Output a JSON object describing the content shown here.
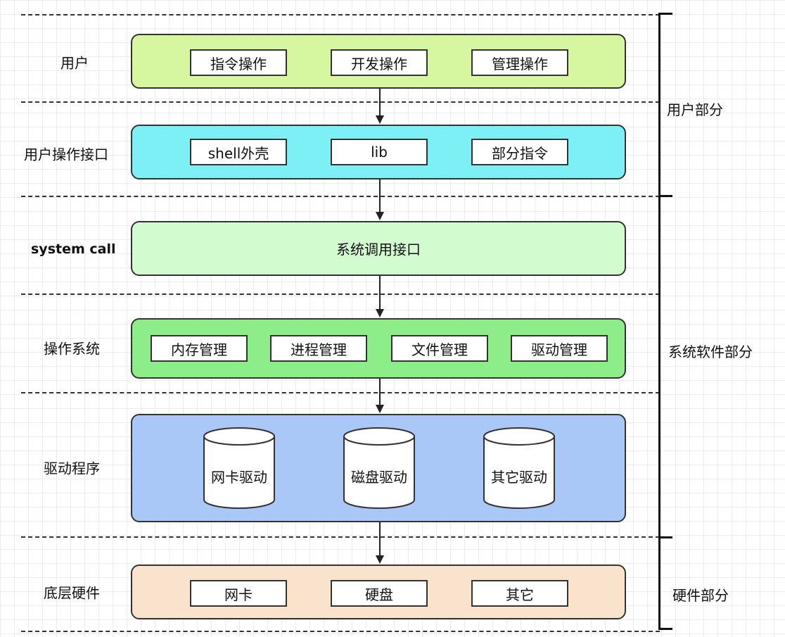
{
  "rows": [
    {
      "label": "用户",
      "items": [
        "指令操作",
        "开发操作",
        "管理操作"
      ],
      "color": "#d6f7a0"
    },
    {
      "label": "用户操作接口",
      "items": [
        "shell外壳",
        "lib",
        "部分指令"
      ],
      "color": "#7df0f5"
    },
    {
      "label": "system call",
      "text": "系统调用接口",
      "color": "#d3fbd0"
    },
    {
      "label": "操作系统",
      "items": [
        "内存管理",
        "进程管理",
        "文件管理",
        "驱动管理"
      ],
      "color": "#8ded88"
    },
    {
      "label": "驱动程序",
      "items": [
        "网卡驱动",
        "磁盘驱动",
        "其它驱动"
      ],
      "color": "#a9c8f7"
    },
    {
      "label": "底层硬件",
      "items": [
        "网卡",
        "硬盘",
        "其它"
      ],
      "color": "#fae3cc"
    }
  ],
  "sections": [
    "用户部分",
    "系统软件部分",
    "硬件部分"
  ]
}
